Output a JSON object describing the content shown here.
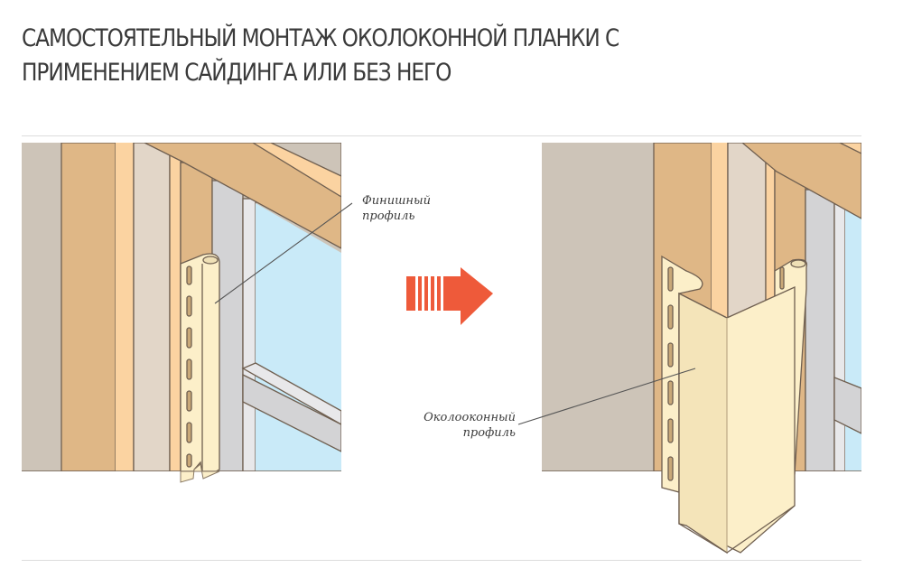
{
  "title": {
    "line1": "САМОСТОЯТЕЛЬНЫЙ МОНТАЖ ОКОЛОКОННОЙ ПЛАНКИ С",
    "line2": "ПРИМЕНЕНИЕМ САЙДИНГА ИЛИ БЕЗ НЕГО"
  },
  "diagram": {
    "left_panel": {
      "callout": {
        "line1": "Финишный",
        "line2": "профиль"
      }
    },
    "arrow": {
      "icon": "right-arrow-icon",
      "color": "#ee5a3a"
    },
    "right_panel": {
      "callout": {
        "line1": "Околооконный",
        "line2": "профиль"
      }
    },
    "colors": {
      "wall_gray": "#cdc4b8",
      "wood": "#dfb786",
      "wood_light": "#fbd3a1",
      "sheathing": "#e2d6c8",
      "frame_gray": "#d3d3d5",
      "glass": "#c9eaf8",
      "profile_cream": "#fcefc9",
      "outline": "#6f5f50"
    }
  }
}
